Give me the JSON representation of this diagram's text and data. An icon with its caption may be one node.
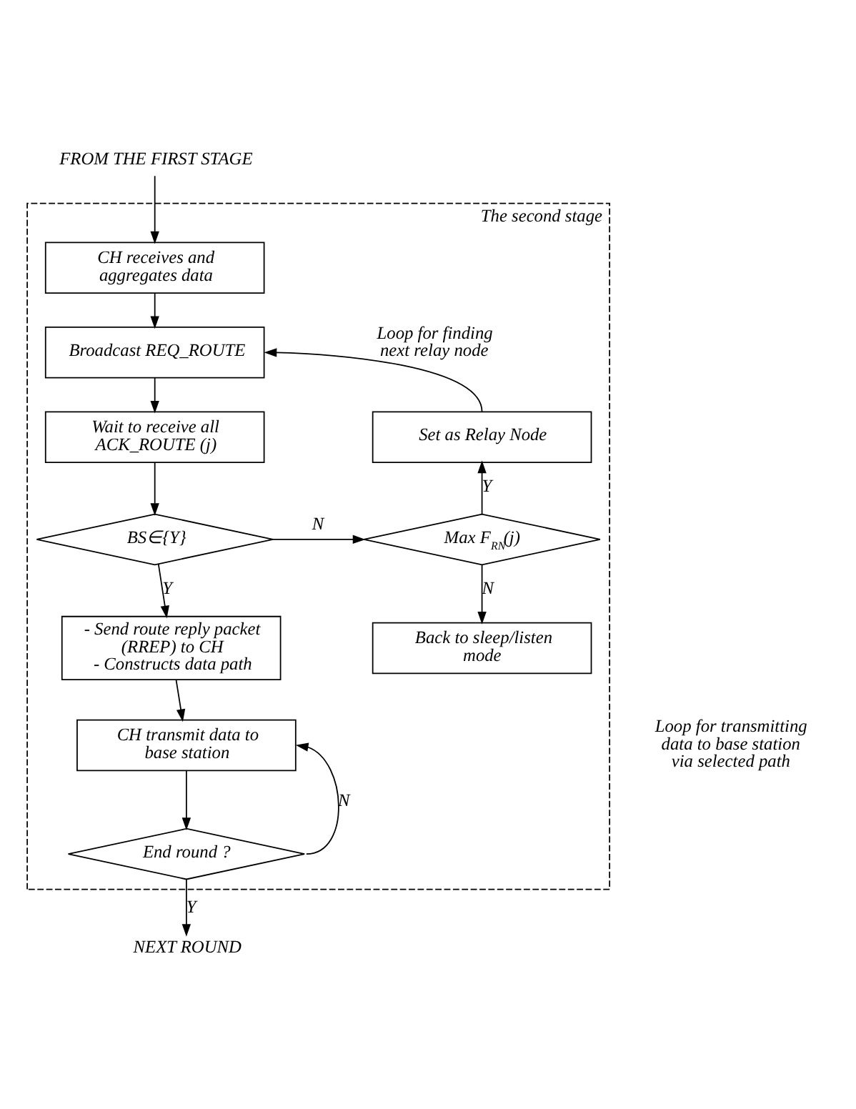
{
  "diagram": {
    "nodes": [
      {
        "text": [
          "The second stage"
        ]
      },
      {
        "text": [
          "FROM THE FIRST STAGE"
        ]
      },
      {
        "text": [
          "CH receives and aggregates data"
        ],
        "in": 0
      },
      {
        "text": [
          "Broadcast REQ_ROUTE"
        ],
        "in": 0
      },
      {
        "text": [
          "Wait to receive all ACK_ROUTE (j)"
        ],
        "in": 0
      },
      {
        "text": [
          "BS∈{Y}"
        ],
        "in": 0
      },
      {
        "text": [
          "Max F$_{RN}$(j)"
        ],
        "in": 0
      },
      {
        "text": [
          "Set as Relay Node"
        ],
        "in": 0
      },
      {
        "text": [
          "Back to sleep/listen mode"
        ],
        "in": 0
      },
      {
        "text": [
          "- Send route reply packet (RREP) to CH",
          "- Constructs data path"
        ],
        "in": 0
      },
      {
        "text": [
          "CH transmit data to base station"
        ],
        "in": 0
      },
      {
        "text": [
          "End round ?"
        ],
        "in": 0
      },
      {
        "text": [
          "NEXT ROUND"
        ]
      }
    ],
    "edges": [
      {
        "from": 1,
        "to": 2,
        "arrow": "to"
      },
      {
        "from": 2,
        "to": 3,
        "arrow": "to"
      },
      {
        "from": 3,
        "to": 4,
        "arrow": "to"
      },
      {
        "from": 4,
        "to": 5,
        "arrow": "to"
      },
      {
        "from": 5,
        "to": 6,
        "arrow": "to",
        "label": "N"
      },
      {
        "from": 5,
        "to": 9,
        "arrow": "to",
        "label": "Y"
      },
      {
        "from": 6,
        "to": 7,
        "arrow": "to",
        "label": "Y"
      },
      {
        "from": 6,
        "to": 8,
        "arrow": "to",
        "label": "N"
      },
      {
        "from": 7,
        "to": 3,
        "arrow": "to",
        "label": "Loop for finding next relay node"
      },
      {
        "from": 9,
        "to": 10,
        "arrow": "to"
      },
      {
        "from": 10,
        "to": 11,
        "arrow": "to"
      },
      {
        "from": 11,
        "to": 10,
        "arrow": "to",
        "label": "N"
      },
      {
        "from": 11,
        "to": 12,
        "arrow": "to",
        "label": "Y"
      }
    ],
    "labels": [
      "Loop for transmitting data to base station via selected path"
    ]
  }
}
